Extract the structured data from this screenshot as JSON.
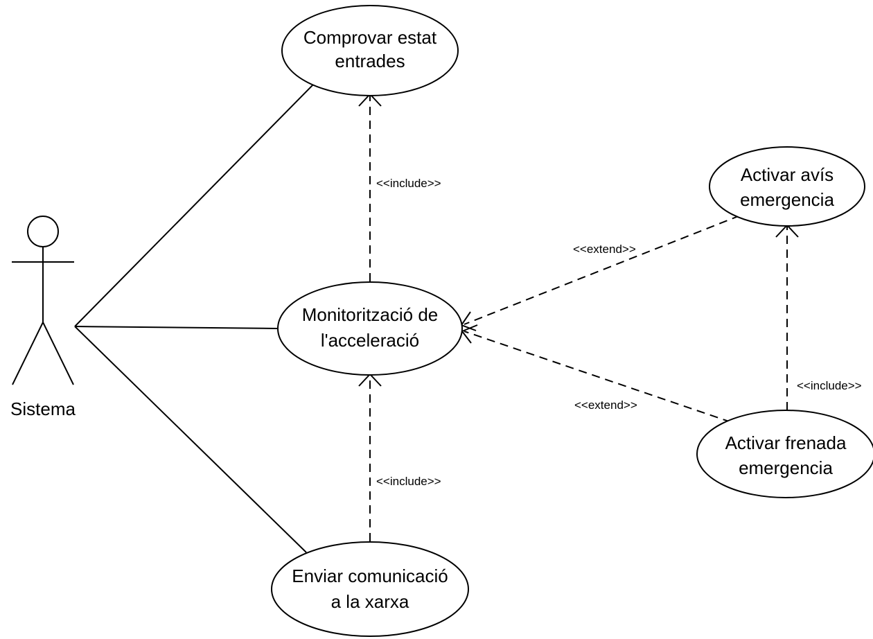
{
  "actor": {
    "name": "Sistema"
  },
  "use_cases": {
    "comprovar": {
      "line1": "Comprovar estat",
      "line2": "entrades"
    },
    "monitoritzacio": {
      "line1": "Monitorització de",
      "line2": "l'acceleració"
    },
    "enviar": {
      "line1": "Enviar comunicació",
      "line2": "a la xarxa"
    },
    "avis": {
      "line1": "Activar avís",
      "line2": "emergencia"
    },
    "frenada": {
      "line1": "Activar frenada",
      "line2": "emergencia"
    }
  },
  "relations": {
    "include_comprovar": "<<include>>",
    "include_enviar": "<<include>>",
    "extend_avis": "<<extend>>",
    "extend_frenada": "<<extend>>",
    "include_avis": "<<include>>"
  }
}
